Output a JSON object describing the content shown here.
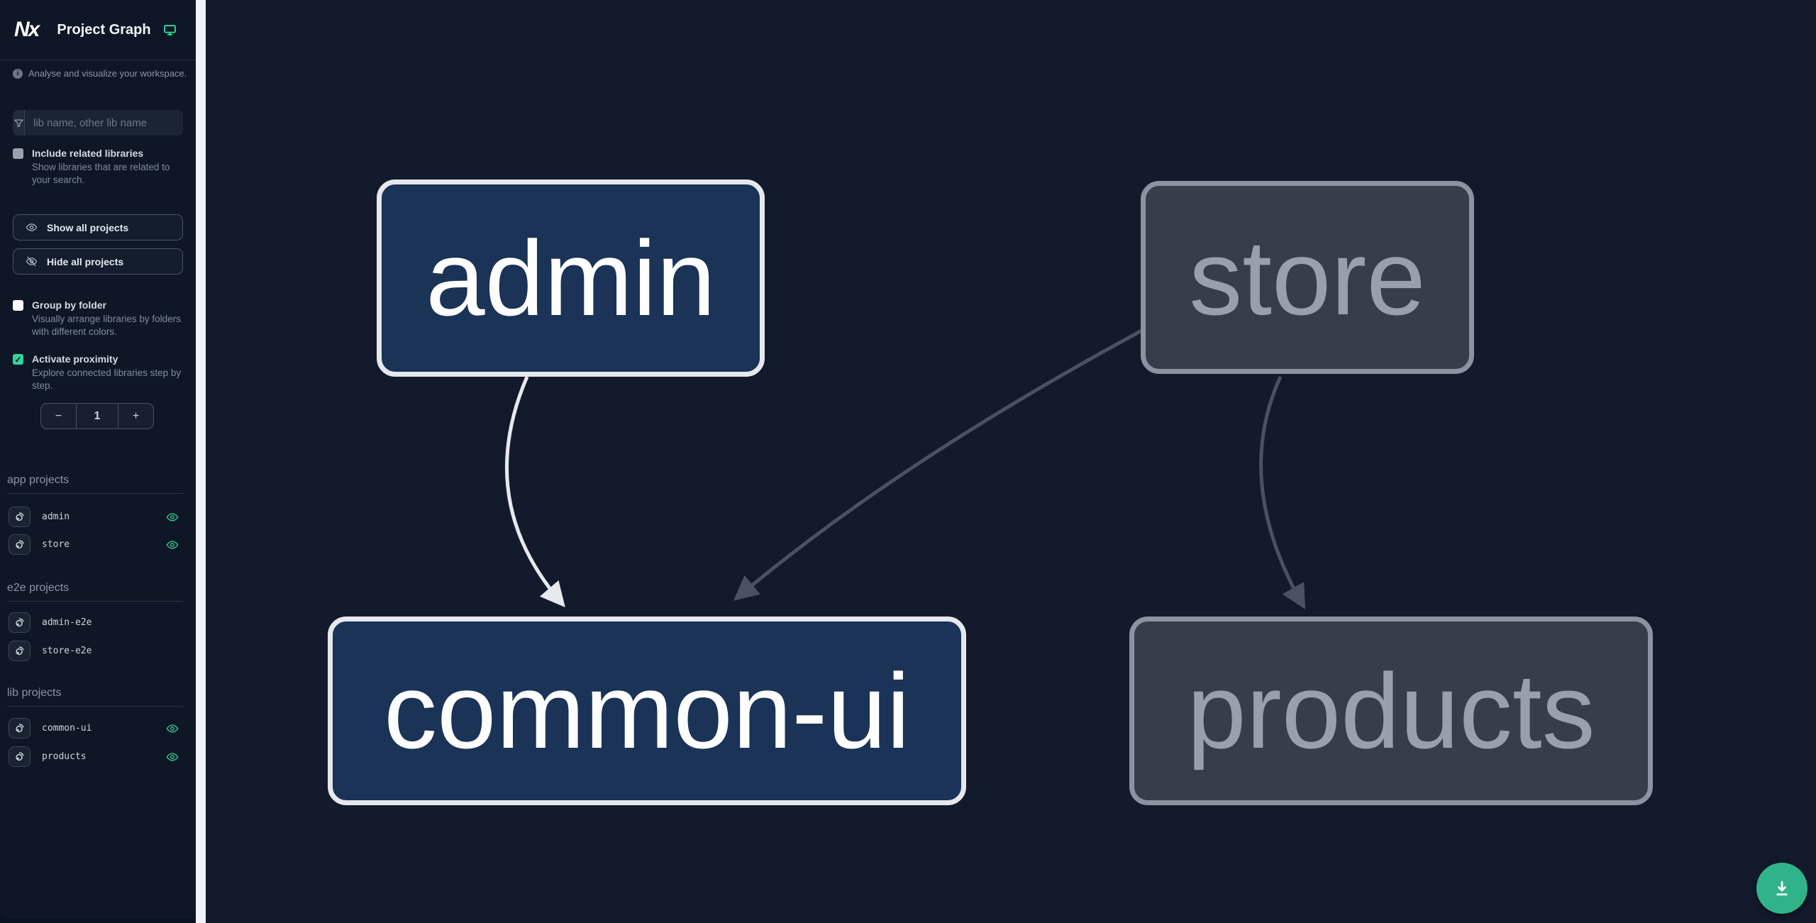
{
  "header": {
    "logo_text": "Nx",
    "title": "Project Graph",
    "connection_icon": "monitor-icon"
  },
  "sidebar": {
    "tagline": "Analyse and visualize your workspace.",
    "filter": {
      "placeholder": "lib name, other lib name",
      "value": ""
    },
    "options": {
      "include_related": {
        "label": "Include related libraries",
        "description": "Show libraries that are related to your search.",
        "checked": false
      },
      "group_by_folder": {
        "label": "Group by folder",
        "description": "Visually arrange libraries by folders with different colors.",
        "checked": false
      },
      "activate_proximity": {
        "label": "Activate proximity",
        "description": "Explore connected libraries step by step.",
        "checked": true
      }
    },
    "buttons": {
      "show_all": "Show all projects",
      "hide_all": "Hide all projects"
    },
    "proximity_stepper": {
      "decrement": "−",
      "value": "1",
      "increment": "+"
    },
    "sections": {
      "app": {
        "heading": "app projects",
        "items": [
          {
            "name": "admin",
            "visible_eye": true
          },
          {
            "name": "store",
            "visible_eye": true
          }
        ]
      },
      "e2e": {
        "heading": "e2e projects",
        "items": [
          {
            "name": "admin-e2e",
            "visible_eye": false
          },
          {
            "name": "store-e2e",
            "visible_eye": false
          }
        ]
      },
      "lib": {
        "heading": "lib projects",
        "items": [
          {
            "name": "common-ui",
            "visible_eye": true
          },
          {
            "name": "products",
            "visible_eye": true
          }
        ]
      }
    }
  },
  "graph": {
    "nodes": [
      {
        "id": "admin",
        "label": "admin",
        "state": "focused"
      },
      {
        "id": "store",
        "label": "store",
        "state": "faded"
      },
      {
        "id": "common-ui",
        "label": "common-ui",
        "state": "focused"
      },
      {
        "id": "products",
        "label": "products",
        "state": "faded"
      }
    ],
    "edges": [
      {
        "source": "admin",
        "target": "common-ui",
        "state": "highlighted"
      },
      {
        "source": "store",
        "target": "common-ui",
        "state": "faded"
      },
      {
        "source": "store",
        "target": "products",
        "state": "faded"
      }
    ],
    "colors": {
      "node_focused_fill": "#1a3356",
      "node_focused_border": "#e5e8ec",
      "node_faded_fill": "#373e4b",
      "node_faded_border": "#8b92a0",
      "edge_highlighted": "#e7e9ee",
      "edge_faded": "#4a5261",
      "canvas_background": "#131a2b",
      "sidebar_background": "#0f1726",
      "accent_green": "#34d399",
      "fab_green": "#31b389"
    }
  },
  "fab": {
    "icon": "download-icon"
  }
}
